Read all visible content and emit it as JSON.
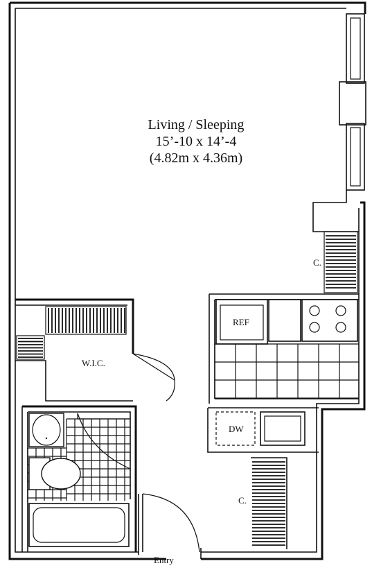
{
  "plan": {
    "living": {
      "name": "Living / Sleeping",
      "dims_imperial": "15’-10 x 14’-4",
      "dims_metric": "(4.82m x 4.36m)"
    },
    "closet_label": "C.",
    "wic_label": "W.I.C.",
    "ref_label": "REF",
    "dw_label": "DW",
    "entry_label": "Entry"
  }
}
